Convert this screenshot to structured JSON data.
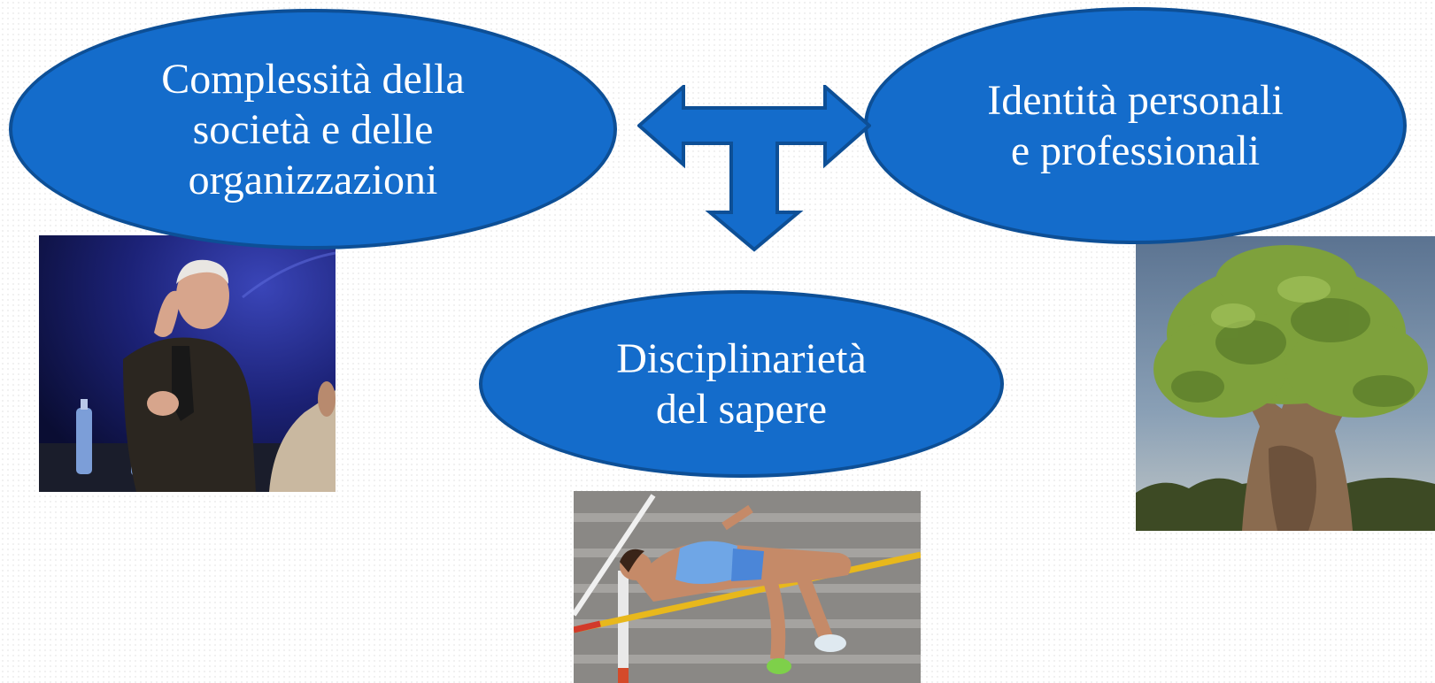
{
  "diagram": {
    "nodes": [
      {
        "id": "complexity",
        "label": "Complessità della\nsocietà  e delle\norganizzazioni"
      },
      {
        "id": "identity",
        "label": "Identità personali\ne  professionali"
      },
      {
        "id": "discipline",
        "label": "Disciplinarietà\ndel sapere"
      }
    ],
    "connector": {
      "shape": "three-way-arrow",
      "directions": [
        "left",
        "right",
        "down"
      ]
    },
    "colors": {
      "ellipse_fill": "#146ccb",
      "ellipse_border": "#0d4f96",
      "text": "#ffffff"
    }
  },
  "images": [
    {
      "id": "speaker",
      "icon": "speaker-photo"
    },
    {
      "id": "high-jumper",
      "icon": "high-jump-photo"
    },
    {
      "id": "tree",
      "icon": "olive-tree-photo"
    }
  ]
}
